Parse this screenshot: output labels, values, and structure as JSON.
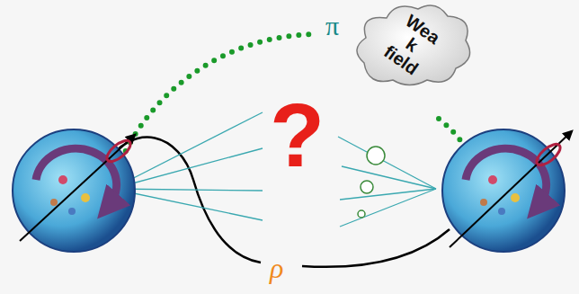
{
  "diagram": {
    "nodes": [
      {
        "text": [
          "Wea k field"
        ]
      }
    ],
    "labels": [
      "π",
      "?",
      "ρ"
    ]
  }
}
